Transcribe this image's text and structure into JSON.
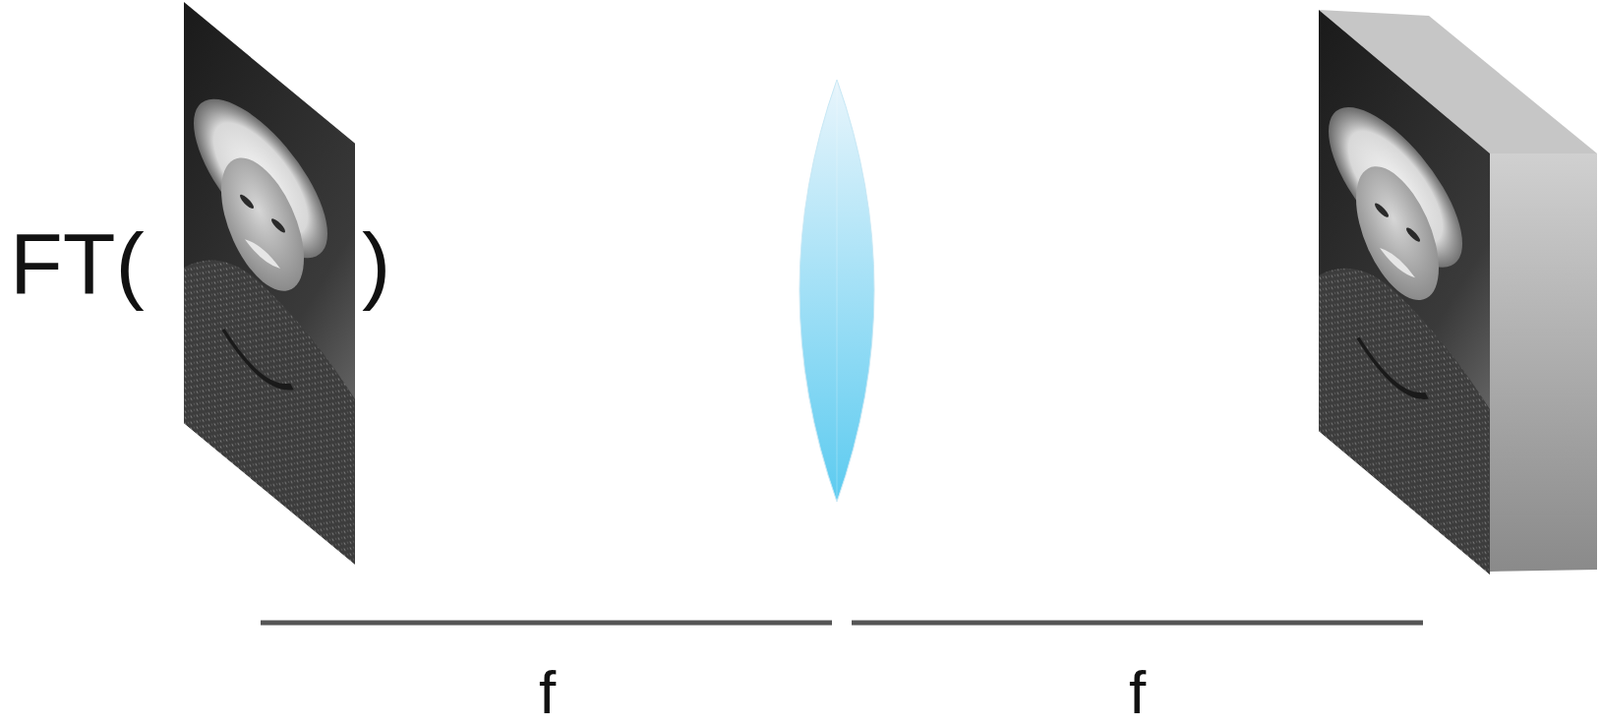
{
  "diagram": {
    "labels": [
      "FT(",
      ")",
      "f",
      "f"
    ]
  }
}
